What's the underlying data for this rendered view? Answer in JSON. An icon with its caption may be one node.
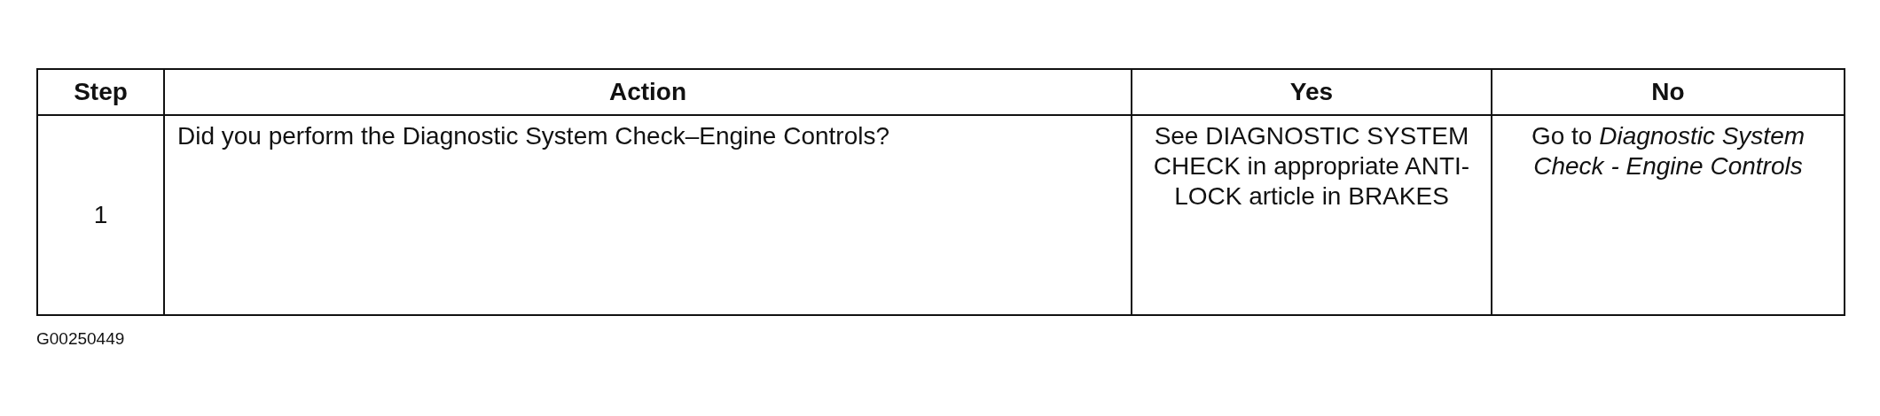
{
  "diagram": {
    "labels": [
      "Step",
      "Action",
      "Yes",
      "No",
      "1",
      "Did you perform the Diagnostic System Check–Engine Controls?",
      "See DIAGNOSTIC SYSTEM CHECK in appropriate ANTI-LOCK article in BRAKES",
      "Go to *Diagnostic System Check - Engine Controls*",
      "G00250449"
    ]
  }
}
